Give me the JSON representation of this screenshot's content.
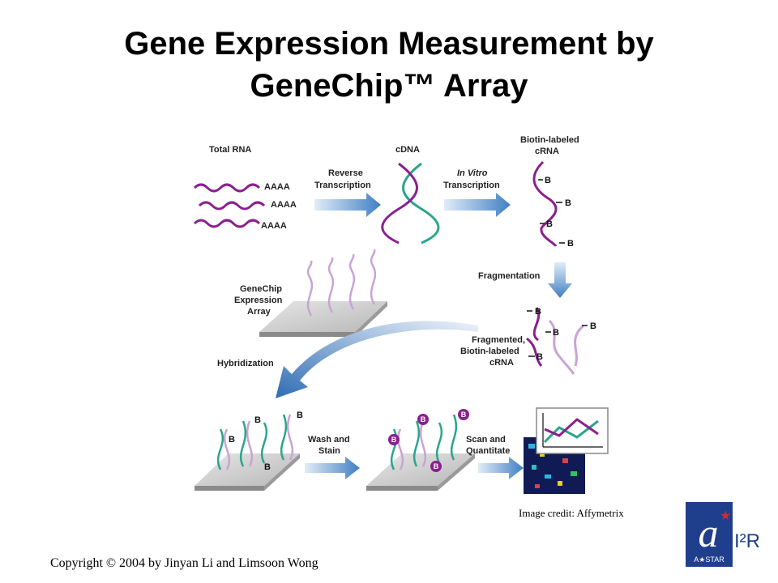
{
  "slide": {
    "title_line1": "Gene Expression Measurement by",
    "title_line2": "GeneChip™ Array",
    "image_credit": "Image credit: Affymetrix",
    "copyright": "Copyright © 2004 by Jinyan Li and Limsoon Wong"
  },
  "diagram": {
    "total_rna": "Total RNA",
    "poly_a": "AAAA",
    "reverse_1": "Reverse",
    "reverse_2": "Transcription",
    "cdna": "cDNA",
    "invitro_1": "In Vitro",
    "invitro_2": "Transcription",
    "biotin_1": "Biotin-labeled",
    "biotin_2": "cRNA",
    "fragmentation": "Fragmentation",
    "frag_1": "Fragmented,",
    "frag_2": "Biotin-labeled",
    "frag_3": "cRNA",
    "genechip_1": "GeneChip",
    "genechip_2": "Expression",
    "genechip_3": "Array",
    "hybridization": "Hybridization",
    "wash_1": "Wash and",
    "wash_2": "Stain",
    "scan_1": "Scan and",
    "scan_2": "Quantitate",
    "biotin_mark": "B",
    "colors": {
      "purple": "#8b1f8f",
      "teal": "#2aa58a",
      "lavender": "#c9a3d6",
      "arrow_blue": "#3f7fc4"
    }
  },
  "logo": {
    "text_left": "A★STAR",
    "text_right": "I²R",
    "color": "#1f3f8c"
  }
}
